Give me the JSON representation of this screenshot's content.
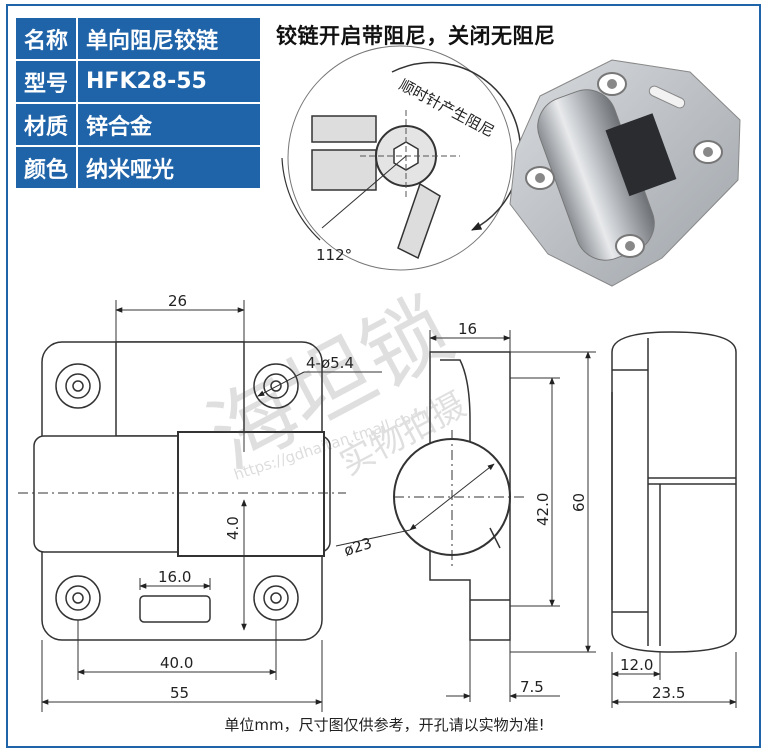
{
  "specs": [
    {
      "key": "名称",
      "value": "单向阻尼铰链"
    },
    {
      "key": "型号",
      "value": "HFK28-55"
    },
    {
      "key": "材质",
      "value": "锌合金"
    },
    {
      "key": "颜色",
      "value": "纳米哑光"
    }
  ],
  "description": "铰链开启带阻尼，关闭无阻尼",
  "inset": {
    "rotation_note": "顺时针产生阻尼",
    "angle": "112°"
  },
  "watermark": {
    "brand": "海坦锁",
    "url": "https://gdhaitan.tmall.com/",
    "note": "实物拍摄"
  },
  "dimensions": {
    "d26": "26",
    "holes": "4-ø5.4",
    "d4": "4.0",
    "d16": "16.0",
    "d40": "40.0",
    "d55": "55",
    "side16": "16",
    "dia23": "ø23",
    "d42": "42.0",
    "d60": "60",
    "d75": "7.5",
    "d12": "12.0",
    "d235": "23.5"
  },
  "footer": "单位mm，尺寸图仅供参考，开孔请以实物为准!"
}
